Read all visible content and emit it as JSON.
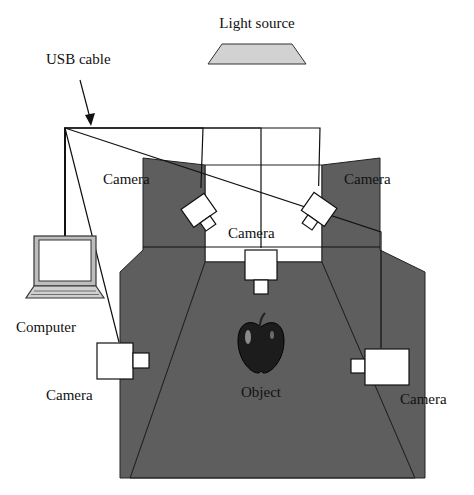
{
  "diagram": {
    "nodes": [
      {
        "text": [
          "Light source"
        ]
      },
      {
        "text": [
          "Camera"
        ]
      },
      {
        "text": [
          "Camera"
        ]
      },
      {
        "text": [
          "Camera"
        ]
      },
      {
        "text": [
          "Computer"
        ]
      },
      {
        "text": [
          "Camera"
        ]
      },
      {
        "text": [
          "Object"
        ]
      },
      {
        "text": [
          "Camera"
        ]
      }
    ],
    "edges": [
      {
        "from": 4,
        "to": 1,
        "arrow": "none"
      },
      {
        "from": 4,
        "to": 2,
        "arrow": "none"
      },
      {
        "from": 4,
        "to": 3,
        "arrow": "none"
      },
      {
        "from": 4,
        "to": 5,
        "arrow": "none"
      },
      {
        "from": 4,
        "to": 7,
        "arrow": "none"
      }
    ],
    "labels": [
      "USB cable"
    ]
  }
}
